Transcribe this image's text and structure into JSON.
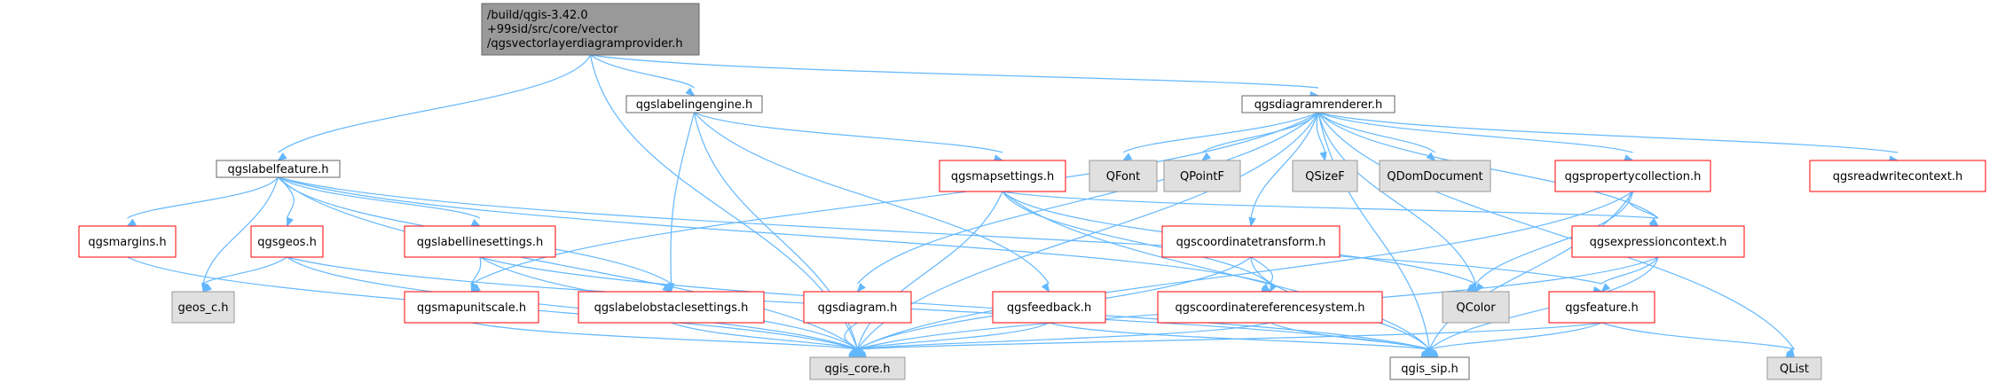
{
  "colors": {
    "edge": "#63b8ff",
    "root_fill": "#999999",
    "root_stroke": "#666666",
    "plain_fill": "#ffffff",
    "plain_stroke": "#666666",
    "red_stroke": "#ff0000",
    "external_fill": "#e0e0e0",
    "external_stroke": "#999999"
  },
  "nodes": [
    {
      "id": "root",
      "lines": [
        "/build/qgis-3.42.0",
        "+99sid/src/core/vector",
        "/qgsvectorlayerdiagramprovider.h"
      ],
      "style": "root"
    },
    {
      "id": "qgslabelfeature",
      "lines": [
        "qgslabelfeature.h"
      ],
      "style": "plain"
    },
    {
      "id": "qgslabelingengine",
      "lines": [
        "qgslabelingengine.h"
      ],
      "style": "plain"
    },
    {
      "id": "qgsdiagramrenderer",
      "lines": [
        "qgsdiagramrenderer.h"
      ],
      "style": "plain"
    },
    {
      "id": "qgsmargins",
      "lines": [
        "qgsmargins.h"
      ],
      "style": "red"
    },
    {
      "id": "qgsgeos",
      "lines": [
        "qgsgeos.h"
      ],
      "style": "red"
    },
    {
      "id": "qgslabellinesettings",
      "lines": [
        "qgslabellinesettings.h"
      ],
      "style": "red"
    },
    {
      "id": "qgsmapsettings",
      "lines": [
        "qgsmapsettings.h"
      ],
      "style": "red"
    },
    {
      "id": "qfont",
      "lines": [
        "QFont"
      ],
      "style": "external"
    },
    {
      "id": "qpointf",
      "lines": [
        "QPointF"
      ],
      "style": "external"
    },
    {
      "id": "qsizef",
      "lines": [
        "QSizeF"
      ],
      "style": "external"
    },
    {
      "id": "qdomdocument",
      "lines": [
        "QDomDocument"
      ],
      "style": "external"
    },
    {
      "id": "qgspropertycollection",
      "lines": [
        "qgspropertycollection.h"
      ],
      "style": "red"
    },
    {
      "id": "qgsreadwritecontext",
      "lines": [
        "qgsreadwritecontext.h"
      ],
      "style": "red"
    },
    {
      "id": "geos_c",
      "lines": [
        "geos_c.h"
      ],
      "style": "external"
    },
    {
      "id": "qgsmapunitscale",
      "lines": [
        "qgsmapunitscale.h"
      ],
      "style": "red"
    },
    {
      "id": "qgslabelobstaclesettings",
      "lines": [
        "qgslabelobstaclesettings.h"
      ],
      "style": "red"
    },
    {
      "id": "qgsdiagram",
      "lines": [
        "qgsdiagram.h"
      ],
      "style": "red"
    },
    {
      "id": "qgsfeedback",
      "lines": [
        "qgsfeedback.h"
      ],
      "style": "red"
    },
    {
      "id": "qgscoordinatetransform",
      "lines": [
        "qgscoordinatetransform.h"
      ],
      "style": "red"
    },
    {
      "id": "qcolor",
      "lines": [
        "QColor"
      ],
      "style": "external"
    },
    {
      "id": "qgsexpressioncontext",
      "lines": [
        "qgsexpressioncontext.h"
      ],
      "style": "red"
    },
    {
      "id": "qgscoordinatereferencesystem",
      "lines": [
        "qgscoordinatereferencesystem.h"
      ],
      "style": "red"
    },
    {
      "id": "qgsfeature",
      "lines": [
        "qgsfeature.h"
      ],
      "style": "red"
    },
    {
      "id": "qgis_core",
      "lines": [
        "qgis_core.h"
      ],
      "style": "external"
    },
    {
      "id": "qgis_sip",
      "lines": [
        "qgis_sip.h"
      ],
      "style": "plain"
    },
    {
      "id": "qlist",
      "lines": [
        "QList"
      ],
      "style": "external"
    }
  ],
  "edges": [
    [
      "root",
      "qgis_core"
    ],
    [
      "root",
      "qgslabelfeature"
    ],
    [
      "root",
      "qgslabelingengine"
    ],
    [
      "root",
      "qgsdiagramrenderer"
    ],
    [
      "qgslabelfeature",
      "qgis_core"
    ],
    [
      "qgslabelfeature",
      "qgsmargins"
    ],
    [
      "qgslabelfeature",
      "geos_c"
    ],
    [
      "qgslabelfeature",
      "qgsgeos"
    ],
    [
      "qgslabelfeature",
      "qgslabellinesettings"
    ],
    [
      "qgslabelfeature",
      "qgslabelobstaclesettings"
    ],
    [
      "qgslabelfeature",
      "qgscoordinatereferencesystem"
    ],
    [
      "qgslabelfeature",
      "qgsfeature"
    ],
    [
      "qgslabelingengine",
      "qgis_core"
    ],
    [
      "qgslabelingengine",
      "qgsmapsettings"
    ],
    [
      "qgslabelingengine",
      "qgslabelobstaclesettings"
    ],
    [
      "qgslabelingengine",
      "qgsfeedback"
    ],
    [
      "qgsdiagramrenderer",
      "qgis_core"
    ],
    [
      "qgsdiagramrenderer",
      "qgis_sip"
    ],
    [
      "qgsdiagramrenderer",
      "qfont"
    ],
    [
      "qgsdiagramrenderer",
      "qpointf"
    ],
    [
      "qgsdiagramrenderer",
      "qsizef"
    ],
    [
      "qgsdiagramrenderer",
      "qdomdocument"
    ],
    [
      "qgsdiagramrenderer",
      "qgspropertycollection"
    ],
    [
      "qgsdiagramrenderer",
      "qgsreadwritecontext"
    ],
    [
      "qgsdiagramrenderer",
      "qgsmapunitscale"
    ],
    [
      "qgsdiagramrenderer",
      "qgsdiagram"
    ],
    [
      "qgsdiagramrenderer",
      "qgscoordinatetransform"
    ],
    [
      "qgsdiagramrenderer",
      "qcolor"
    ],
    [
      "qgsdiagramrenderer",
      "qgsexpressioncontext"
    ],
    [
      "qgsdiagramrenderer",
      "qlist"
    ],
    [
      "qgsmargins",
      "qgis_core"
    ],
    [
      "qgsgeos",
      "geos_c"
    ],
    [
      "qgsgeos",
      "qgis_core"
    ],
    [
      "qgsgeos",
      "qgis_sip"
    ],
    [
      "qgslabellinesettings",
      "qgis_core"
    ],
    [
      "qgslabellinesettings",
      "qgsmapunitscale"
    ],
    [
      "qgslabellinesettings",
      "qgis_sip"
    ],
    [
      "qgsmapsettings",
      "qgis_core"
    ],
    [
      "qgsmapsettings",
      "qcolor"
    ],
    [
      "qgsmapsettings",
      "qgscoordinatereferencesystem"
    ],
    [
      "qgsmapsettings",
      "qgsexpressioncontext"
    ],
    [
      "qgsmapsettings",
      "qgis_sip"
    ],
    [
      "qgspropertycollection",
      "qgis_core"
    ],
    [
      "qgspropertycollection",
      "qgis_sip"
    ],
    [
      "qgspropertycollection",
      "qcolor"
    ],
    [
      "qgspropertycollection",
      "qgsexpressioncontext"
    ],
    [
      "qgsmapunitscale",
      "qgis_core"
    ],
    [
      "qgslabelobstaclesettings",
      "qgis_core"
    ],
    [
      "qgsdiagram",
      "qgis_core"
    ],
    [
      "qgsfeedback",
      "qgis_core"
    ],
    [
      "qgsfeedback",
      "qgis_sip"
    ],
    [
      "qgscoordinatetransform",
      "qgis_core"
    ],
    [
      "qgscoordinatetransform",
      "qgis_sip"
    ],
    [
      "qgscoordinatetransform",
      "qgscoordinatereferencesystem"
    ],
    [
      "qgsexpressioncontext",
      "qgis_core"
    ],
    [
      "qgsexpressioncontext",
      "qgis_sip"
    ],
    [
      "qgsexpressioncontext",
      "qgsfeature"
    ],
    [
      "qgscoordinatereferencesystem",
      "qgis_core"
    ],
    [
      "qgscoordinatereferencesystem",
      "qgis_sip"
    ],
    [
      "qgsfeature",
      "qgis_core"
    ],
    [
      "qgsfeature",
      "qgis_sip"
    ],
    [
      "qgsfeature",
      "qlist"
    ]
  ]
}
